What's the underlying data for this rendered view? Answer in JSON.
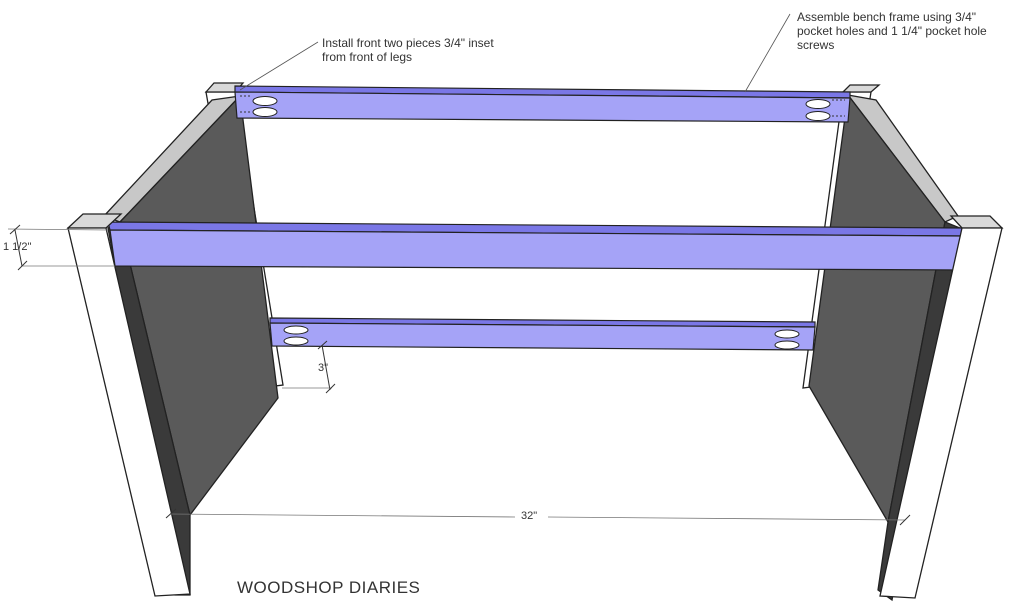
{
  "annotations": {
    "inset_note": {
      "lines": [
        "Install front two pieces 3/4\" inset",
        "from front of legs"
      ]
    },
    "frame_note": {
      "lines": [
        "Assemble bench frame using 3/4\"",
        "pocket holes and 1 1/4\" pocket hole",
        "screws"
      ]
    }
  },
  "dimensions": {
    "apron_height": "1 1/2\"",
    "stretcher_offset": "3\"",
    "width": "32\""
  },
  "brand": "WOODSHOP DIARIES",
  "colors": {
    "apron": "#a5a3f7",
    "apron_top": "#7a77e6",
    "panel": "#5a5a5a",
    "leg": "#ffffff",
    "outline": "#222222"
  }
}
